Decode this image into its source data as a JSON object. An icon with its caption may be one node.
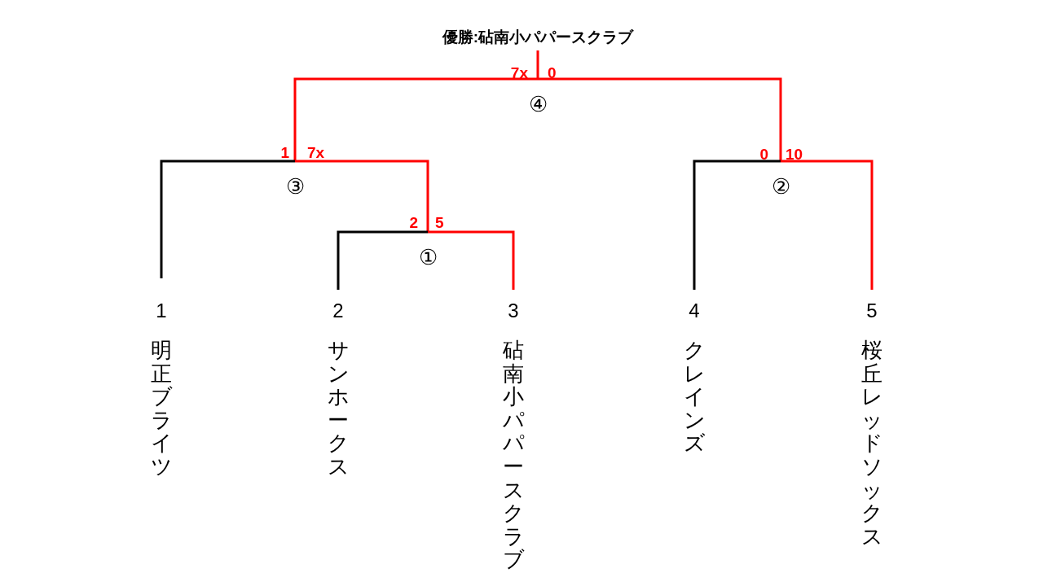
{
  "diagram": {
    "nodes": [
      {
        "text": [
          "優勝:砧南小パパースクラブ"
        ]
      },
      {
        "text": [
          "④"
        ]
      },
      {
        "text": [
          "③"
        ]
      },
      {
        "text": [
          "②"
        ]
      },
      {
        "text": [
          "①"
        ]
      },
      {
        "text": [
          "1",
          "明正ブライツ"
        ]
      },
      {
        "text": [
          "2",
          "サンホークス"
        ]
      },
      {
        "text": [
          "3",
          "砧南小パパースクラブ"
        ]
      },
      {
        "text": [
          "4",
          "クレインズ"
        ]
      },
      {
        "text": [
          "5",
          "桜丘レッドソックス"
        ]
      }
    ],
    "edges": [
      {
        "from": 1,
        "to": 0,
        "arrow": "none"
      },
      {
        "from": 2,
        "to": 1,
        "arrow": "none"
      },
      {
        "from": 3,
        "to": 1,
        "arrow": "none"
      },
      {
        "from": 5,
        "to": 2,
        "arrow": "none",
        "color": "#000000"
      },
      {
        "from": 4,
        "to": 2,
        "arrow": "none"
      },
      {
        "from": 6,
        "to": 4,
        "arrow": "none",
        "color": "#000000"
      },
      {
        "from": 7,
        "to": 4,
        "arrow": "none"
      },
      {
        "from": 8,
        "to": 3,
        "arrow": "none",
        "color": "#000000"
      },
      {
        "from": 9,
        "to": 3,
        "arrow": "none"
      }
    ],
    "labels": [
      "7x",
      "0",
      "1",
      "7x",
      "0",
      "10",
      "2",
      "5"
    ]
  }
}
